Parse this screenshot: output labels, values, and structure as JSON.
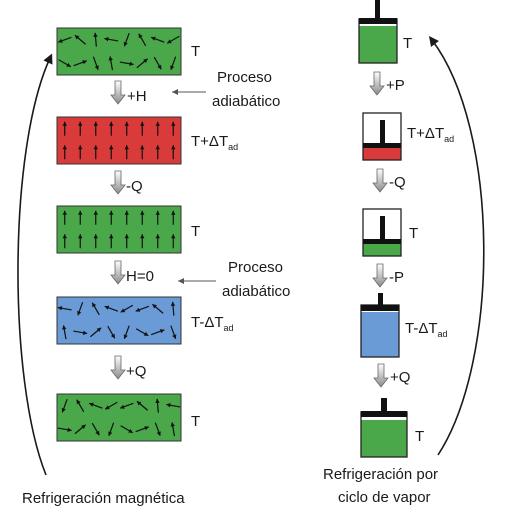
{
  "colors": {
    "green": "#4aa84a",
    "red": "#d93a3a",
    "blue": "#6a9bd6",
    "arrow_down_top": "#ffffff",
    "arrow_down_bottom": "#8a8a8a"
  },
  "magnetic": {
    "caption": "Refrigeración magnética",
    "blocks": [
      {
        "color": "green",
        "state": "random",
        "label": "T"
      },
      {
        "color": "red",
        "state": "up",
        "label": "T+ΔT",
        "sub": "ad"
      },
      {
        "color": "green",
        "state": "up",
        "label": "T"
      },
      {
        "color": "blue",
        "state": "random",
        "label": "T-ΔT",
        "sub": "ad"
      },
      {
        "color": "green",
        "state": "random",
        "label": "T"
      }
    ],
    "steps": [
      "+H",
      "-Q",
      "H=0",
      "+Q"
    ],
    "notes": [
      {
        "line1": "Proceso",
        "line2": "adiabático"
      },
      {
        "line1": "Proceso",
        "line2": "adiabático"
      }
    ]
  },
  "vapor": {
    "caption_line1": "Refrigeración por",
    "caption_line2": "ciclo de vapor",
    "cylinders": [
      {
        "fill": "green",
        "level": 1.0,
        "label": "T"
      },
      {
        "fill": "red",
        "level": 0.3,
        "label": "T+ΔT",
        "sub": "ad"
      },
      {
        "fill": "green",
        "level": 0.3,
        "label": "T"
      },
      {
        "fill": "blue",
        "level": 1.0,
        "label": "T-ΔT",
        "sub": "ad"
      },
      {
        "fill": "green",
        "level": 1.0,
        "label": "T"
      }
    ],
    "steps": [
      "+P",
      "-Q",
      "-P",
      "+Q"
    ]
  }
}
